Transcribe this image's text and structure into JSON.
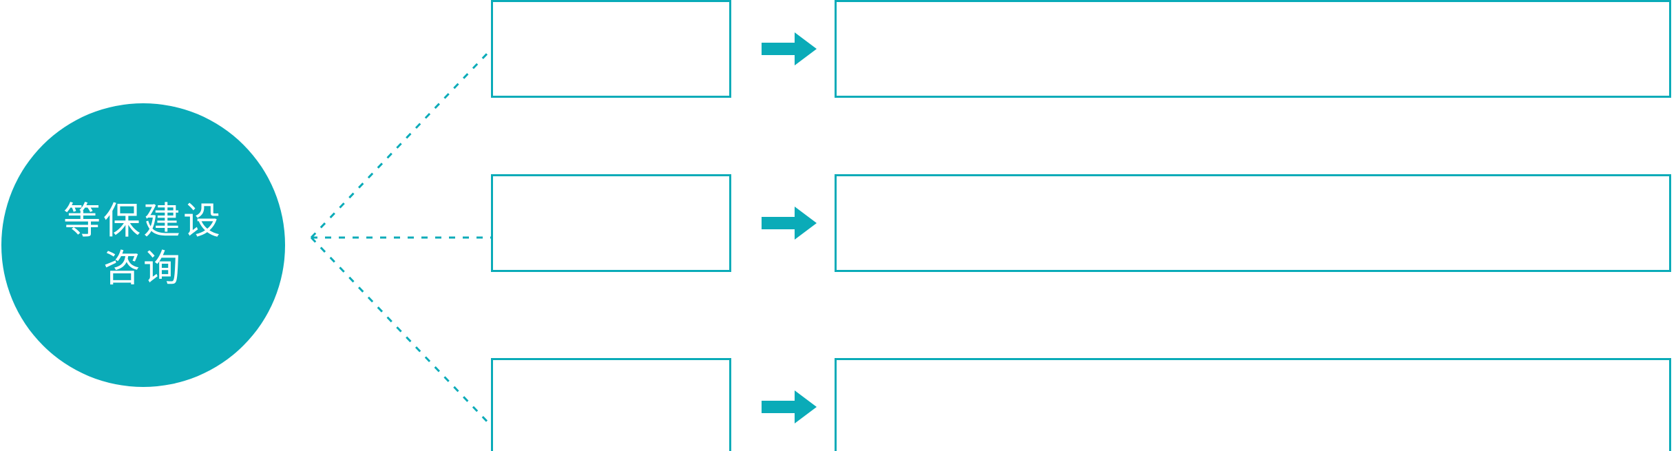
{
  "diagram": {
    "title": "等保建设咨询",
    "type": "hub-and-spoke flow",
    "colors": {
      "accent": "#0AABB8",
      "hub_fill": "#0AABB8",
      "hub_text": "#FFFFFF",
      "box_border": "#0AABB8",
      "box_fill": "#FFFFFF",
      "connector": "#0AABB8",
      "arrow": "#0AABB8",
      "background": "#FFFFFF"
    },
    "hub": {
      "name": "hub-node",
      "lines": [
        "等保建设",
        "咨询"
      ],
      "line1": "等保建设",
      "line2": "咨询"
    },
    "connector": {
      "style": "dotted",
      "name": "dotted-fan-connector",
      "branch_count": 3
    },
    "arrow": {
      "name": "right-arrow-icon",
      "glyph": "➡",
      "direction": "right"
    },
    "rows": [
      {
        "id": "row-1",
        "stage_label": "",
        "detail_label": ""
      },
      {
        "id": "row-2",
        "stage_label": "",
        "detail_label": ""
      },
      {
        "id": "row-3",
        "stage_label": "",
        "detail_label": ""
      }
    ]
  }
}
